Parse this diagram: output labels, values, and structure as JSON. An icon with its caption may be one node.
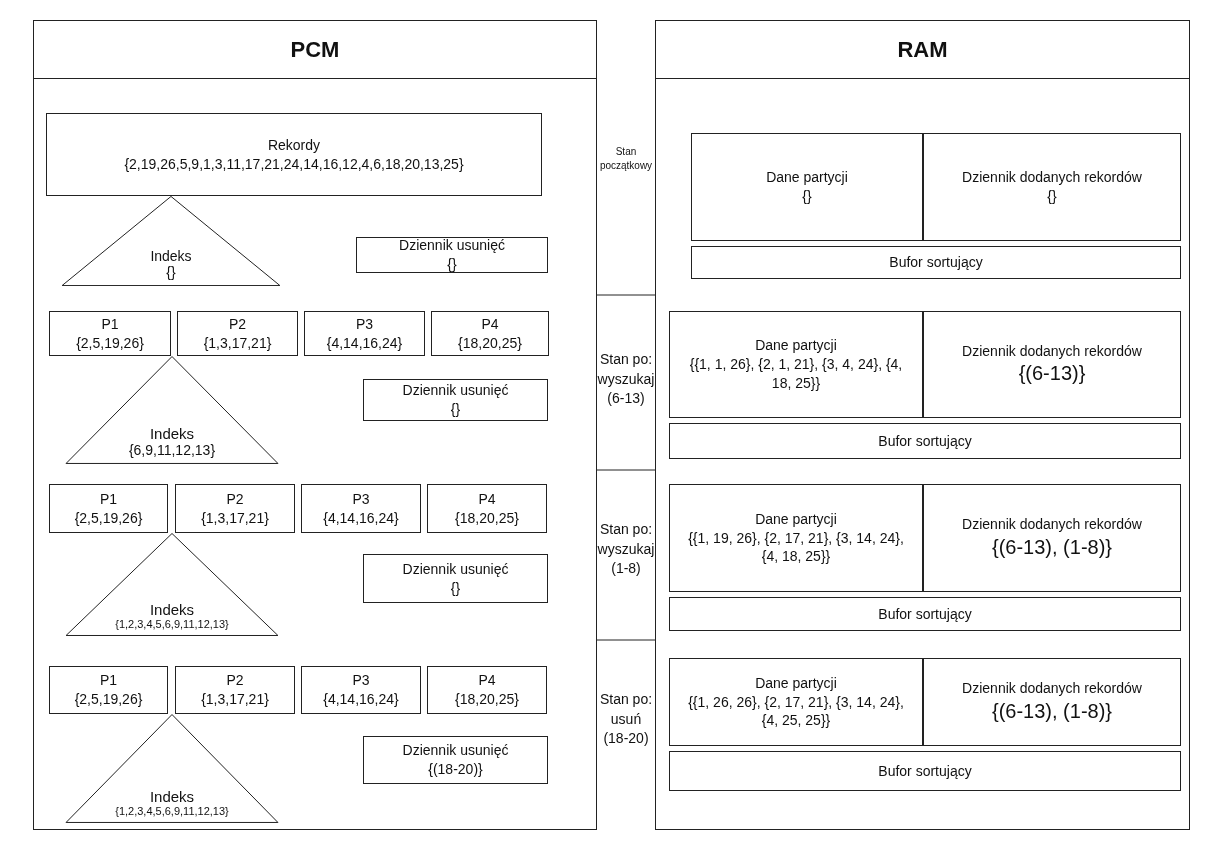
{
  "diagram": {
    "nodes": [
      {
        "text": [
          "PCM"
        ]
      },
      {
        "text": [
          "RAM"
        ]
      },
      {
        "text": [
          "Rekordy",
          "{2,19,26,5,9,1,3,11,17,21,24,14,16,12,4,6,18,20,13,25}"
        ],
        "in": 0
      },
      {
        "text": [
          "Indeks",
          "{}"
        ],
        "in": 0
      },
      {
        "text": [
          "Dziennik usunięć",
          "{}"
        ],
        "in": 0
      },
      {
        "text": [
          "Dane partycji",
          "{}"
        ],
        "in": 1
      },
      {
        "text": [
          "Dziennik dodanych rekordów",
          "{}"
        ],
        "in": 1
      },
      {
        "text": [
          "Bufor sortujący"
        ],
        "in": 1
      },
      {
        "text": [
          "P1",
          "{2,5,19,26}"
        ],
        "in": 0
      },
      {
        "text": [
          "P2",
          "{1,3,17,21}"
        ],
        "in": 0
      },
      {
        "text": [
          "P3",
          "{4,14,16,24}"
        ],
        "in": 0
      },
      {
        "text": [
          "P4",
          "{18,20,25}"
        ],
        "in": 0
      },
      {
        "text": [
          "Indeks",
          "{6,9,11,12,13}"
        ],
        "in": 0
      },
      {
        "text": [
          "Dziennik usunięć",
          "{}"
        ],
        "in": 0
      },
      {
        "text": [
          "Dane partycji",
          "{{1, 1, 26}, {2, 1, 21}, {3, 4, 24}, {4, 18, 25}}"
        ],
        "in": 1
      },
      {
        "text": [
          "Dziennik dodanych rekordów",
          "{(6-13)}"
        ],
        "in": 1
      },
      {
        "text": [
          "Bufor sortujący"
        ],
        "in": 1
      },
      {
        "text": [
          "P1",
          "{2,5,19,26}"
        ],
        "in": 0
      },
      {
        "text": [
          "P2",
          "{1,3,17,21}"
        ],
        "in": 0
      },
      {
        "text": [
          "P3",
          "{4,14,16,24}"
        ],
        "in": 0
      },
      {
        "text": [
          "P4",
          "{18,20,25}"
        ],
        "in": 0
      },
      {
        "text": [
          "Indeks",
          "{1,2,3,4,5,6,9,11,12,13}"
        ],
        "in": 0
      },
      {
        "text": [
          "Dziennik usunięć",
          "{}"
        ],
        "in": 0
      },
      {
        "text": [
          "Dane partycji",
          "{{1, 19, 26}, {2, 17, 21}, {3, 14, 24}, {4, 18, 25}}"
        ],
        "in": 1
      },
      {
        "text": [
          "Dziennik dodanych rekordów",
          "{(6-13), (1-8)}"
        ],
        "in": 1
      },
      {
        "text": [
          "Bufor sortujący"
        ],
        "in": 1
      },
      {
        "text": [
          "P1",
          "{2,5,19,26}"
        ],
        "in": 0
      },
      {
        "text": [
          "P2",
          "{1,3,17,21}"
        ],
        "in": 0
      },
      {
        "text": [
          "P3",
          "{4,14,16,24}"
        ],
        "in": 0
      },
      {
        "text": [
          "P4",
          "{18,20,25}"
        ],
        "in": 0
      },
      {
        "text": [
          "Indeks",
          "{1,2,3,4,5,6,9,11,12,13}"
        ],
        "in": 0
      },
      {
        "text": [
          "Dziennik usunięć",
          "{(18-20)}"
        ],
        "in": 0
      },
      {
        "text": [
          "Dane partycji",
          "{{1, 26, 26}, {2, 17, 21}, {3, 14, 24}, {4, 25, 25}}"
        ],
        "in": 1
      },
      {
        "text": [
          "Dziennik dodanych rekordów",
          "{(6-13), (1-8)}"
        ],
        "in": 1
      },
      {
        "text": [
          "Bufor sortujący"
        ],
        "in": 1
      }
    ],
    "labels": [
      "Stan początkowy",
      "Stan po: wyszukaj (6-13)",
      "Stan po: wyszukaj (1-8)",
      "Stan po: usuń (18-20)"
    ]
  }
}
